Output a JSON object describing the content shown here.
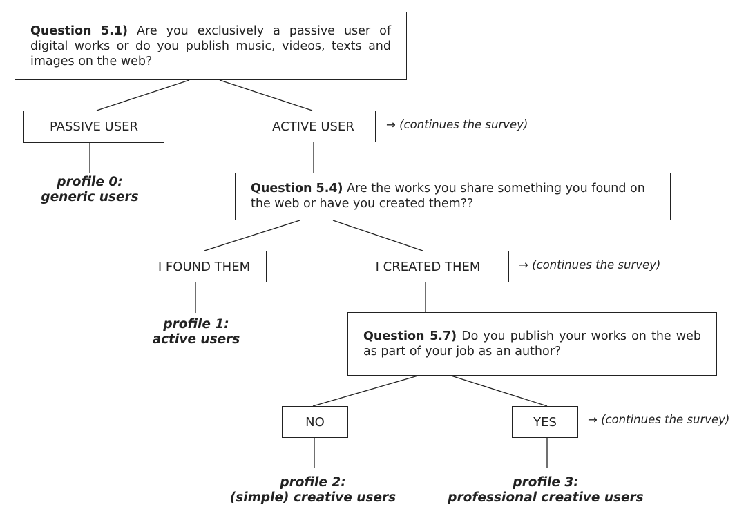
{
  "q1": {
    "label": "Question 5.1)",
    "text": "Are you exclusively a passive user of digital works or do you publish music, videos, texts and images on the web?"
  },
  "q1_answers": {
    "passive": "PASSIVE USER",
    "active": "ACTIVE USER"
  },
  "q2": {
    "label": "Question 5.4)",
    "text": "Are the works you share something you found on the web or have you created them??"
  },
  "q2_answers": {
    "found": "I FOUND THEM",
    "created": "I CREATED THEM"
  },
  "q3": {
    "label": "Question 5.7)",
    "text": "Do you publish your works on the web as part of your job as an author?"
  },
  "q3_answers": {
    "no": "NO",
    "yes": "YES"
  },
  "continues_note": "→ (continues the survey)",
  "profiles": [
    {
      "line1": "profile 0:",
      "line2": "generic users"
    },
    {
      "line1": "profile 1:",
      "line2": "active users"
    },
    {
      "line1": "profile 2:",
      "line2": "(simple) creative users"
    },
    {
      "line1": "profile 3:",
      "line2": "professional creative users"
    }
  ]
}
